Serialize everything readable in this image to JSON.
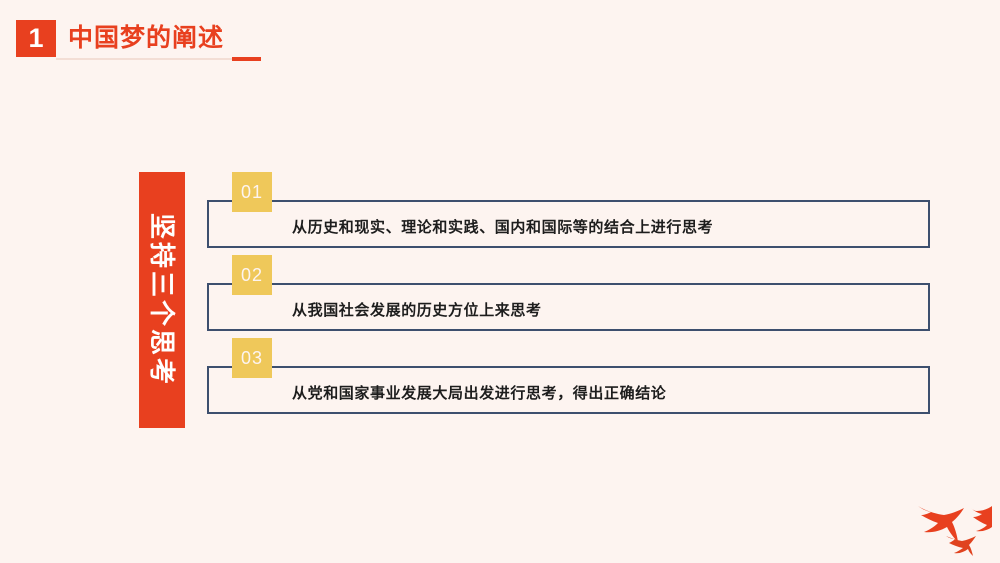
{
  "header": {
    "number": "1",
    "title": "中国梦的阐述",
    "accent_color": "#e8401f"
  },
  "banner": {
    "label": "坚持三个思考",
    "color": "#e8401f"
  },
  "items": [
    {
      "number": "01",
      "text": "从历史和现实、理论和实践、国内和国际等的结合上进行思考"
    },
    {
      "number": "02",
      "text": "从我国社会发展的历史方位上来思考"
    },
    {
      "number": "03",
      "text": "从党和国家事业发展大局出发进行思考，得出正确结论"
    }
  ],
  "decoration": {
    "birds_icon": "flying-doves-icon",
    "color": "#e8401f"
  },
  "colors": {
    "background": "#fdf4f0",
    "box_border": "#3d4f6e",
    "number_box": "#efc85a",
    "red": "#e8401f"
  }
}
